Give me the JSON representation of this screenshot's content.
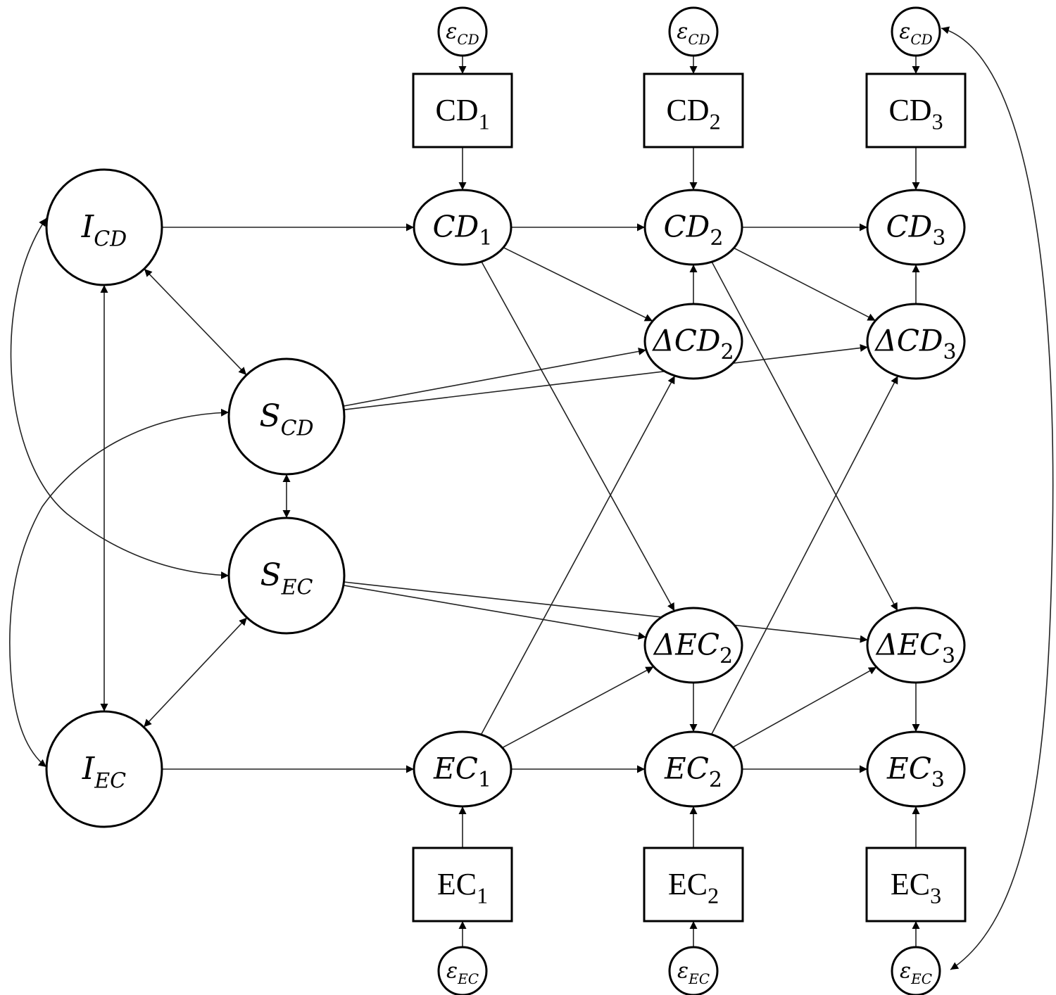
{
  "diagram": {
    "title": "Latent change score model of CD and EC",
    "colors": {
      "stroke": "#000000",
      "edge": "#222222",
      "background": "#ffffff"
    },
    "nodes": [
      {
        "id": "eps_cd1",
        "kind": "error",
        "main": "ε",
        "sub": "CD",
        "italic_sub": true
      },
      {
        "id": "eps_cd2",
        "kind": "error",
        "main": "ε",
        "sub": "CD",
        "italic_sub": true
      },
      {
        "id": "eps_cd3",
        "kind": "error",
        "main": "ε",
        "sub": "CD",
        "italic_sub": true
      },
      {
        "id": "obs_cd1",
        "kind": "observed",
        "main": "CD",
        "sub": "1"
      },
      {
        "id": "obs_cd2",
        "kind": "observed",
        "main": "CD",
        "sub": "2"
      },
      {
        "id": "obs_cd3",
        "kind": "observed",
        "main": "CD",
        "sub": "3"
      },
      {
        "id": "lat_cd1",
        "kind": "latent-ellipse",
        "main": "CD",
        "sub": "1"
      },
      {
        "id": "lat_cd2",
        "kind": "latent-ellipse",
        "main": "CD",
        "sub": "2"
      },
      {
        "id": "lat_cd3",
        "kind": "latent-ellipse",
        "main": "CD",
        "sub": "3"
      },
      {
        "id": "dcd2",
        "kind": "latent-ellipse",
        "main": "ΔCD",
        "sub": "2"
      },
      {
        "id": "dcd3",
        "kind": "latent-ellipse",
        "main": "ΔCD",
        "sub": "3"
      },
      {
        "id": "i_cd",
        "kind": "factor",
        "main": "I",
        "sub": "CD"
      },
      {
        "id": "s_cd",
        "kind": "factor",
        "main": "S",
        "sub": "CD"
      },
      {
        "id": "s_ec",
        "kind": "factor",
        "main": "S",
        "sub": "EC"
      },
      {
        "id": "i_ec",
        "kind": "factor",
        "main": "I",
        "sub": "EC"
      },
      {
        "id": "dec2",
        "kind": "latent-ellipse",
        "main": "ΔEC",
        "sub": "2"
      },
      {
        "id": "dec3",
        "kind": "latent-ellipse",
        "main": "ΔEC",
        "sub": "3"
      },
      {
        "id": "lat_ec1",
        "kind": "latent-ellipse",
        "main": "EC",
        "sub": "1"
      },
      {
        "id": "lat_ec2",
        "kind": "latent-ellipse",
        "main": "EC",
        "sub": "2"
      },
      {
        "id": "lat_ec3",
        "kind": "latent-ellipse",
        "main": "EC",
        "sub": "3"
      },
      {
        "id": "obs_ec1",
        "kind": "observed",
        "main": "EC",
        "sub": "1"
      },
      {
        "id": "obs_ec2",
        "kind": "observed",
        "main": "EC",
        "sub": "2"
      },
      {
        "id": "obs_ec3",
        "kind": "observed",
        "main": "EC",
        "sub": "3"
      },
      {
        "id": "eps_ec1",
        "kind": "error",
        "main": "ε",
        "sub": "EC",
        "italic_sub": true
      },
      {
        "id": "eps_ec2",
        "kind": "error",
        "main": "ε",
        "sub": "EC",
        "italic_sub": true
      },
      {
        "id": "eps_ec3",
        "kind": "error",
        "main": "ε",
        "sub": "EC",
        "italic_sub": true
      }
    ],
    "edges": [
      {
        "from": "eps_cd1",
        "to": "obs_cd1",
        "type": "directed"
      },
      {
        "from": "eps_cd2",
        "to": "obs_cd2",
        "type": "directed"
      },
      {
        "from": "eps_cd3",
        "to": "obs_cd3",
        "type": "directed"
      },
      {
        "from": "obs_cd1",
        "to": "lat_cd1",
        "type": "directed"
      },
      {
        "from": "obs_cd2",
        "to": "lat_cd2",
        "type": "directed"
      },
      {
        "from": "obs_cd3",
        "to": "lat_cd3",
        "type": "directed"
      },
      {
        "from": "i_cd",
        "to": "lat_cd1",
        "type": "directed"
      },
      {
        "from": "lat_cd1",
        "to": "lat_cd2",
        "type": "directed"
      },
      {
        "from": "lat_cd2",
        "to": "lat_cd3",
        "type": "directed"
      },
      {
        "from": "dcd2",
        "to": "lat_cd2",
        "type": "directed"
      },
      {
        "from": "dcd3",
        "to": "lat_cd3",
        "type": "directed"
      },
      {
        "from": "lat_cd1",
        "to": "dcd2",
        "type": "directed"
      },
      {
        "from": "lat_cd2",
        "to": "dcd3",
        "type": "directed"
      },
      {
        "from": "lat_cd1",
        "to": "dec2",
        "type": "directed"
      },
      {
        "from": "lat_cd2",
        "to": "dec3",
        "type": "directed"
      },
      {
        "from": "s_cd",
        "to": "dcd2",
        "type": "directed"
      },
      {
        "from": "s_cd",
        "to": "dcd3",
        "type": "directed"
      },
      {
        "from": "s_ec",
        "to": "dec2",
        "type": "directed"
      },
      {
        "from": "s_ec",
        "to": "dec3",
        "type": "directed"
      },
      {
        "from": "lat_ec1",
        "to": "dcd2",
        "type": "directed"
      },
      {
        "from": "lat_ec2",
        "to": "dcd3",
        "type": "directed"
      },
      {
        "from": "lat_ec1",
        "to": "dec2",
        "type": "directed"
      },
      {
        "from": "lat_ec2",
        "to": "dec3",
        "type": "directed"
      },
      {
        "from": "dec2",
        "to": "lat_ec2",
        "type": "directed"
      },
      {
        "from": "dec3",
        "to": "lat_ec3",
        "type": "directed"
      },
      {
        "from": "i_ec",
        "to": "lat_ec1",
        "type": "directed"
      },
      {
        "from": "lat_ec1",
        "to": "lat_ec2",
        "type": "directed"
      },
      {
        "from": "lat_ec2",
        "to": "lat_ec3",
        "type": "directed"
      },
      {
        "from": "obs_ec1",
        "to": "lat_ec1",
        "type": "directed"
      },
      {
        "from": "obs_ec2",
        "to": "lat_ec2",
        "type": "directed"
      },
      {
        "from": "obs_ec3",
        "to": "lat_ec3",
        "type": "directed"
      },
      {
        "from": "eps_ec1",
        "to": "obs_ec1",
        "type": "directed"
      },
      {
        "from": "eps_ec2",
        "to": "obs_ec2",
        "type": "directed"
      },
      {
        "from": "eps_ec3",
        "to": "obs_ec3",
        "type": "directed"
      },
      {
        "from": "i_cd",
        "to": "s_cd",
        "type": "covariance"
      },
      {
        "from": "i_cd",
        "to": "i_ec",
        "type": "covariance"
      },
      {
        "from": "s_cd",
        "to": "s_ec",
        "type": "covariance"
      },
      {
        "from": "s_ec",
        "to": "i_ec",
        "type": "covariance"
      },
      {
        "from": "i_cd",
        "to": "s_ec",
        "type": "covariance-curved"
      },
      {
        "from": "s_cd",
        "to": "i_ec",
        "type": "covariance-curved"
      },
      {
        "from": "eps_cd3",
        "to": "eps_ec3",
        "type": "covariance-curved"
      }
    ]
  }
}
